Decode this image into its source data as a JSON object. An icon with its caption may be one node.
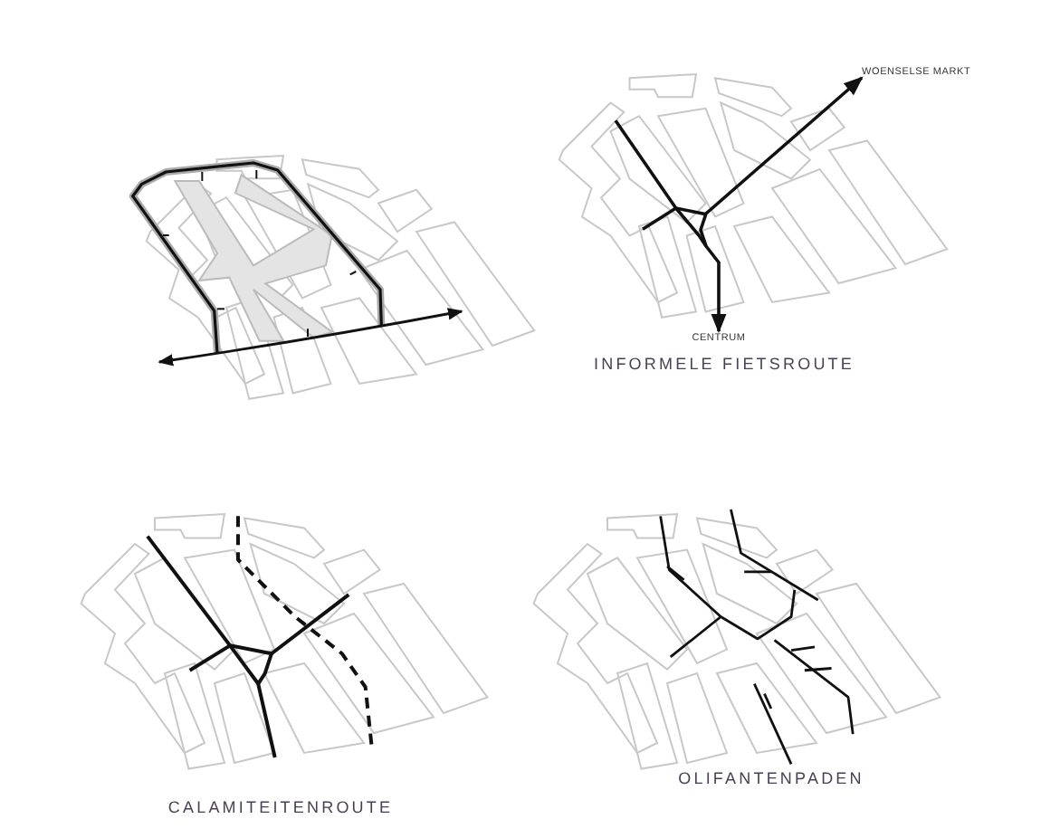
{
  "diagram": {
    "nodes": [
      {
        "text": [
          "WOENSELSE MARKT"
        ]
      },
      {
        "text": [
          "CENTRUM"
        ]
      }
    ],
    "edges": [
      {
        "from": 1,
        "to": 0,
        "arrow": "both"
      }
    ],
    "labels": [
      "INFORMELE FIETSROUTE",
      "CALAMITEITENROUTE",
      "OLIFANTENPADEN"
    ]
  }
}
